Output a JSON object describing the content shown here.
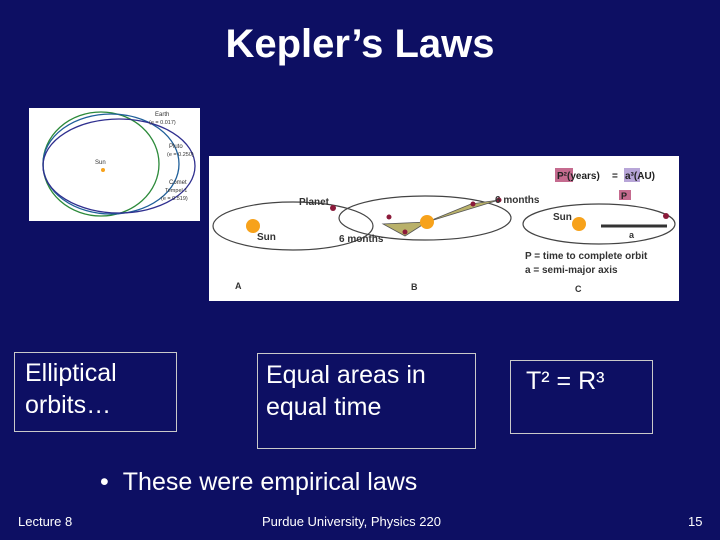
{
  "slide": {
    "title": "Kepler’s Laws"
  },
  "figure_orbits": {
    "header": "",
    "sun_label": "Sun",
    "labels": [
      {
        "name": "Earth",
        "ecc": "(e = 0.017)"
      },
      {
        "name": "Pluto",
        "ecc": "(e = 0.250)"
      },
      {
        "name": "Comet",
        "extra": "Tempel 1",
        "ecc": "(e = 0.519)"
      }
    ],
    "colors": {
      "earth": "#2c8a3a",
      "pluto": "#1f5f9a",
      "comet": "#2f2f8f"
    }
  },
  "figure_laws": {
    "planet": "Planet",
    "sun": "Sun",
    "six_months_a": "6 months",
    "six_months_b": "6 months",
    "formula_left": "P²(years)",
    "formula_eq": "=",
    "formula_right": "a³(AU)",
    "p_label": "P",
    "a_label": "a",
    "legend_p": "P = time to complete orbit",
    "legend_a": "a = semi-major axis",
    "panel_a": "A",
    "panel_b": "B",
    "panel_c": "C",
    "colors": {
      "sun": "#f7a21b",
      "planet": "#8b1a3a",
      "area": "#b9b16a",
      "orbit": "#444444"
    }
  },
  "boxes": {
    "law1": "Elliptical orbits…",
    "law2": "Equal areas in equal time",
    "law3": "T² = R³"
  },
  "bullet": {
    "symbol": "•",
    "text": "These were empirical laws"
  },
  "footer": {
    "left": "Lecture 8",
    "center": "Purdue University, Physics 220",
    "right": "15"
  },
  "colors": {
    "background": "#0d0f63",
    "text": "#ffffff",
    "box_border": "#c9c9c9"
  }
}
